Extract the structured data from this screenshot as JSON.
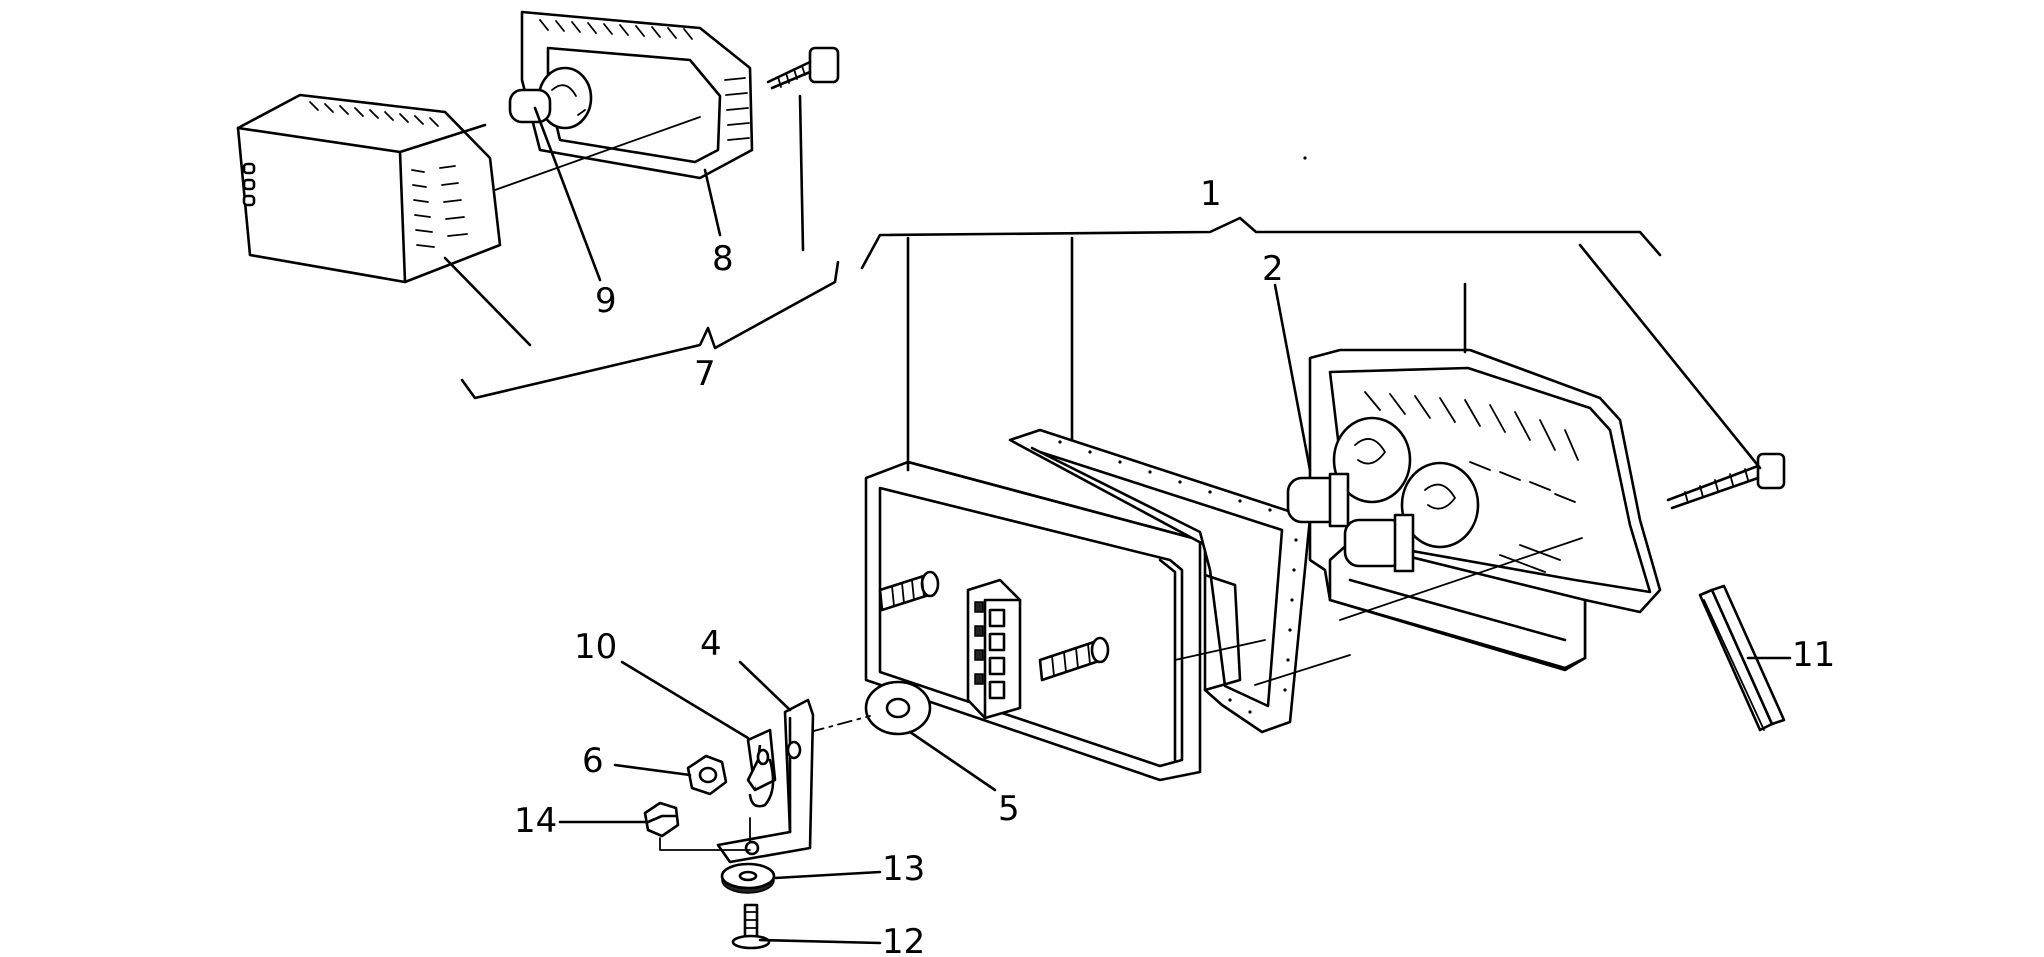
{
  "callouts": {
    "c1": "1",
    "c2": "2",
    "c4": "4",
    "c5": "5",
    "c6": "6",
    "c7": "7",
    "c8": "8",
    "c9": "9",
    "c10": "10",
    "c11": "11",
    "c12": "12",
    "c13": "13",
    "c14": "14"
  }
}
